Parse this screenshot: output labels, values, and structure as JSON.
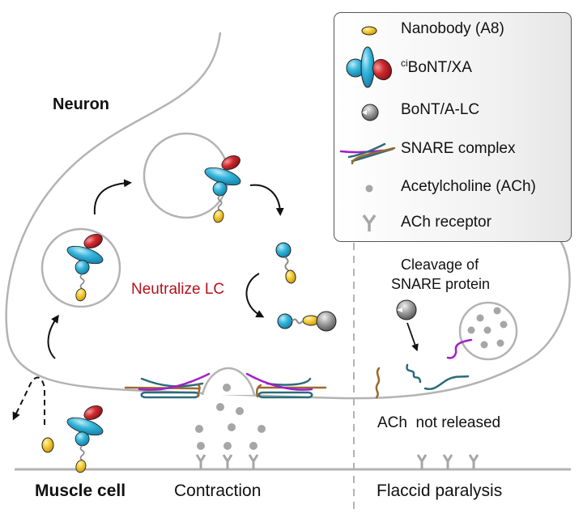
{
  "labels": {
    "neuron": "Neuron",
    "muscle_cell": "Muscle cell",
    "contraction": "Contraction",
    "flaccid_paralysis": "Flaccid paralysis",
    "neutralize_lc": "Neutralize LC",
    "cleavage_line1": "Cleavage of",
    "cleavage_line2": "SNARE protein",
    "ach_not_released": "ACh  not released"
  },
  "legend": {
    "items": [
      {
        "icon": "nanobody-icon",
        "label": "Nanobody (A8)"
      },
      {
        "icon": "cibont-xa-icon",
        "superscript": "ci",
        "label": "BoNT/XA"
      },
      {
        "icon": "bont-a-lc-icon",
        "label": "BoNT/A-LC"
      },
      {
        "icon": "snare-complex-icon",
        "label": "SNARE complex"
      },
      {
        "icon": "acetylcholine-icon",
        "label": "Acetylcholine (ACh)"
      },
      {
        "icon": "ach-receptor-icon",
        "label": "ACh receptor"
      }
    ]
  },
  "colors": {
    "membrane": "#b3b3b3",
    "nanobody": "#f2c832",
    "cibont_blue": "#2bb0d6",
    "cibont_red": "#c8252b",
    "lc_gray": "#8a8a8a",
    "snare_purple": "#a020c8",
    "snare_teal": "#2b6b7a",
    "snare_brown": "#9a6a30",
    "ach": "#a6a6a6",
    "neutralize_text": "#b3121b",
    "arrow": "#111111"
  }
}
